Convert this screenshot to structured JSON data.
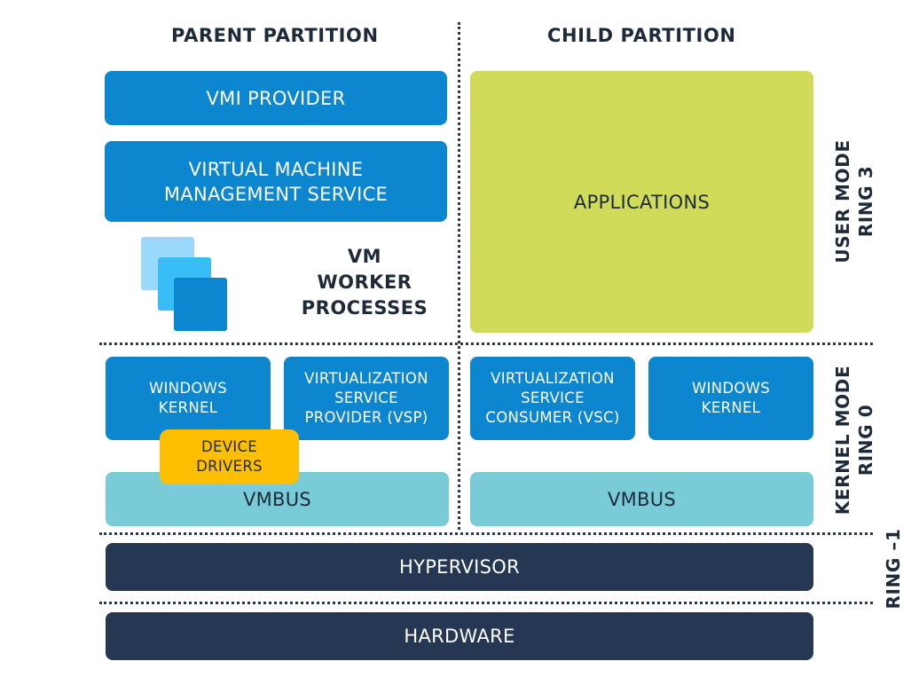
{
  "headings": {
    "parent": "PARENT PARTITION",
    "child": "CHILD PARTITION"
  },
  "parent": {
    "vmi_provider": "VMI PROVIDER",
    "vmms": "VIRTUAL MACHINE\nMANAGEMENT SERVICE",
    "vm_worker": "VM\nWORKER\nPROCESSES",
    "windows_kernel": "WINDOWS\nKERNEL",
    "vsp": "VIRTUALIZATION\nSERVICE\nPROVIDER (VSP)",
    "device_drivers": "DEVICE\nDRIVERS",
    "vmbus": "VMBUS"
  },
  "child": {
    "applications": "APPLICATIONS",
    "vsc": "VIRTUALIZATION\nSERVICE\nCONSUMER (VSC)",
    "windows_kernel": "WINDOWS\nKERNEL",
    "vmbus": "VMBUS"
  },
  "layers": {
    "hypervisor": "HYPERVISOR",
    "hardware": "HARDWARE"
  },
  "rings": {
    "user_mode": "USER MODE\nRING 3",
    "kernel_mode": "KERNEL MODE\nRING 0",
    "ring_minus_1": "RING –1"
  },
  "colors": {
    "blue": "#0b86cf",
    "light_blue": "#78cbd7",
    "navy": "#253752",
    "green": "#cfdb59",
    "yellow": "#ffbe00",
    "worker_icon": [
      "#9ad9fb",
      "#39bdf7",
      "#0b86cf"
    ]
  }
}
